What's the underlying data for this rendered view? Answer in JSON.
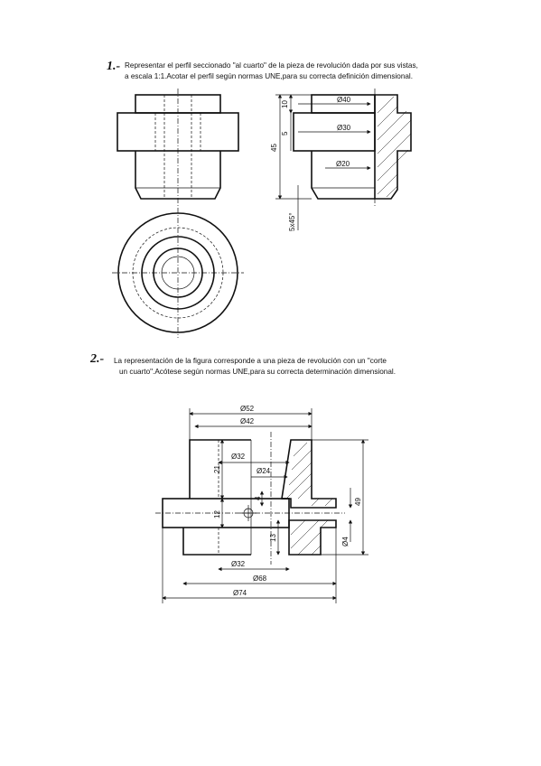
{
  "exercise1": {
    "number": "1.-",
    "line1": "Representar el perfil seccionado \"al cuarto\" de la pieza de revolución dada por sus vistas,",
    "line2": "a escala 1:1.Acotar el perfil según normas UNE,para su correcta definición dimensional.",
    "dims": {
      "d40": "Ø40",
      "d30": "Ø30",
      "d20": "Ø20",
      "h10": "10",
      "h5": "5",
      "h45": "45",
      "chamfer": "5x45°"
    }
  },
  "exercise2": {
    "number": "2.-",
    "line1": "La representación de la figura corresponde a una pieza de revolución con un \"corte",
    "line2": "un cuarto\".Acótese según normas UNE,para su correcta determinación dimensional.",
    "dims": {
      "d52": "Ø52",
      "d42": "Ø42",
      "d32a": "Ø32",
      "d24": "Ø24",
      "d32b": "Ø32",
      "d68": "Ø68",
      "d74": "Ø74",
      "h21": "21",
      "h4": "4",
      "h12": "12",
      "h13": "13",
      "h49": "49",
      "d4": "Ø4"
    }
  }
}
